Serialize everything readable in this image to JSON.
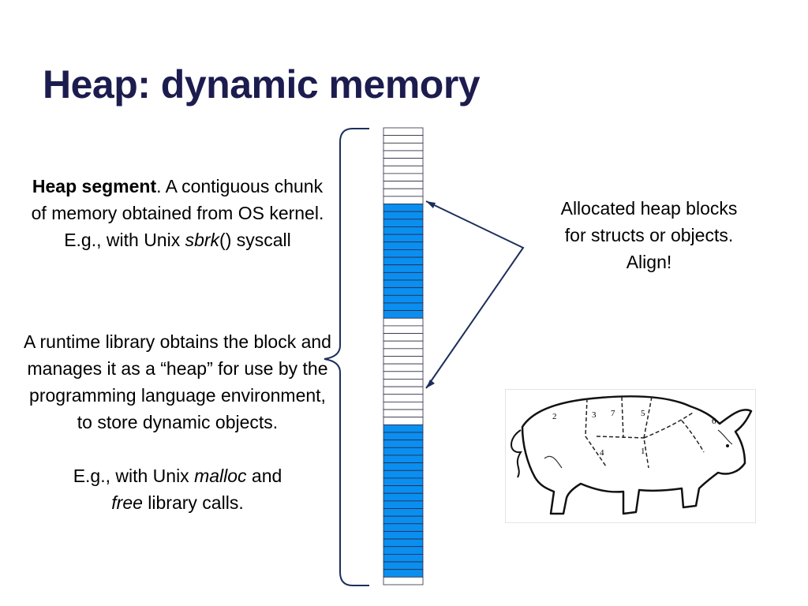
{
  "title": "Heap: dynamic memory",
  "heap_segment": {
    "bold": "Heap segment",
    "after_bold": ".  A contiguous chunk of memory obtained from OS kernel.",
    "eg_prefix": "E.g., with Unix ",
    "eg_italic": "sbrk",
    "eg_suffix": "() syscall"
  },
  "runtime": {
    "text": "A runtime library obtains the block and manages it as a “heap” for use by the programming language environment, to store dynamic objects.",
    "eg_prefix": "E.g., with Unix ",
    "italic1": "malloc",
    "mid": " and",
    "italic2": "free",
    "suffix": " library calls."
  },
  "allocated": {
    "line1": "Allocated heap blocks",
    "line2": "for structs or objects.",
    "line3": "Align!"
  },
  "memory_column": {
    "total_rows": 60,
    "allocated_ranges": [
      [
        10,
        24
      ],
      [
        39,
        58
      ]
    ],
    "allocated_color": "#0a8ff0",
    "free_color": "#ffffff"
  },
  "pig": {
    "cut_numbers": [
      "2",
      "3",
      "7",
      "5",
      "6",
      "4",
      "1"
    ]
  },
  "colors": {
    "title": "#1c1c4f",
    "arrow": "#1c2e5c"
  }
}
